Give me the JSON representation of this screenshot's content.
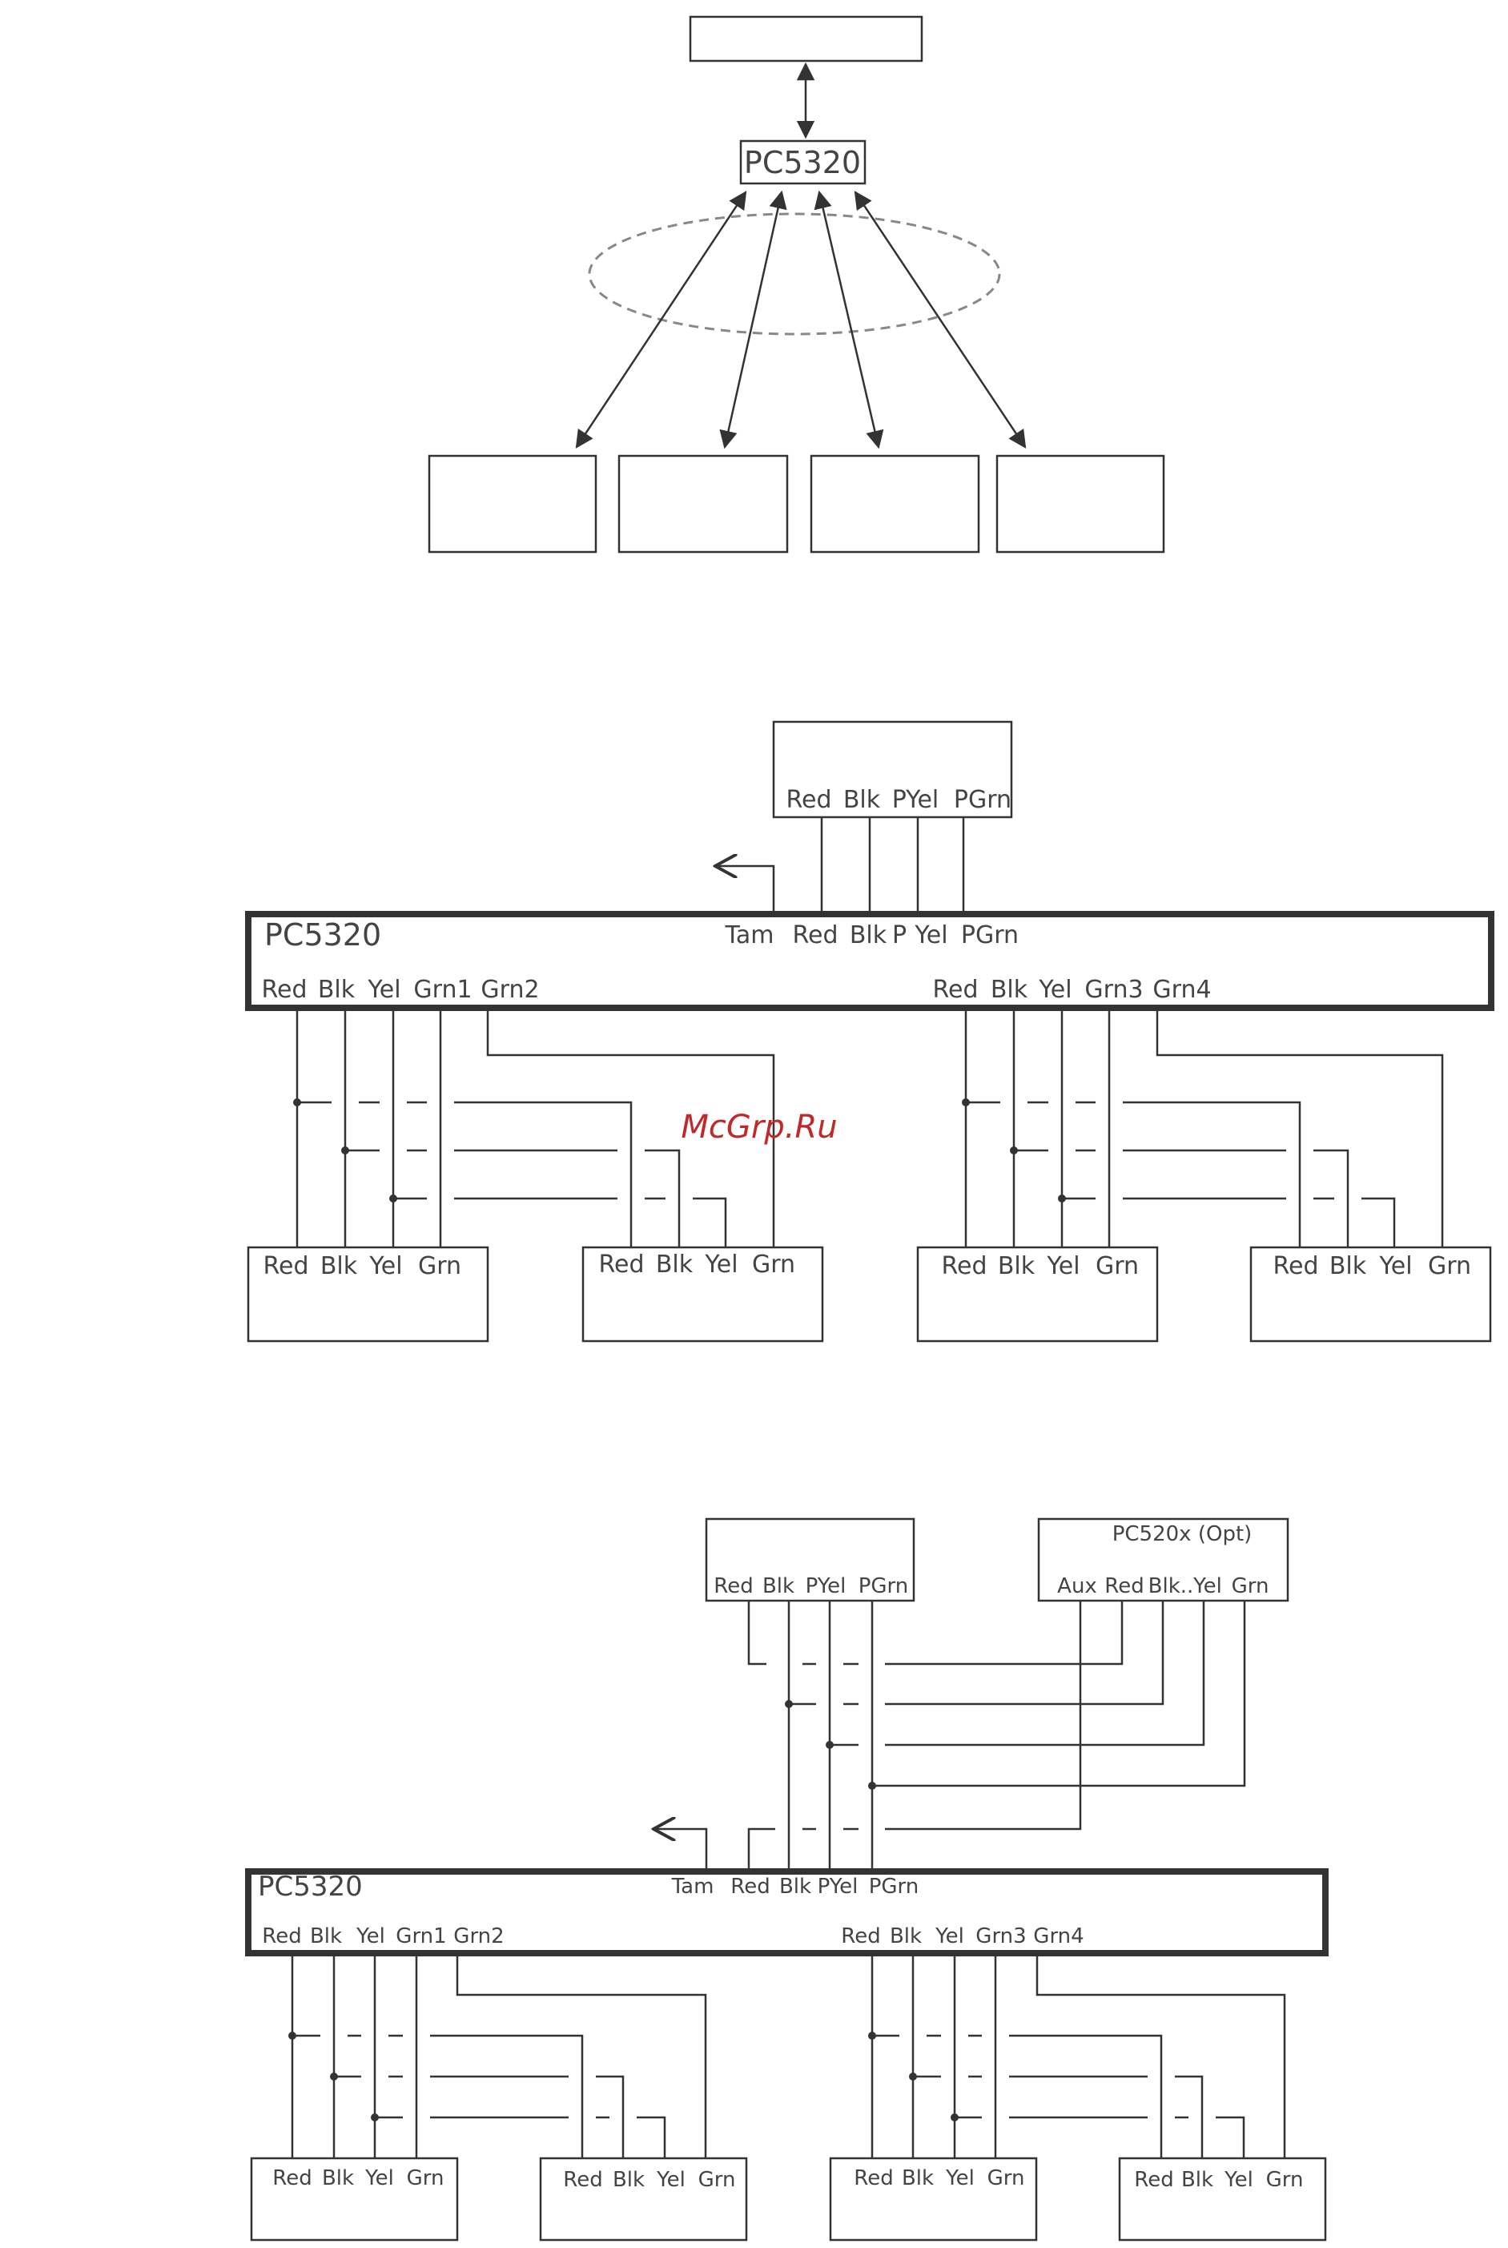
{
  "diagram1": {
    "panel_label": "PC5320"
  },
  "diagram2": {
    "panel_title": "PC5320",
    "keypad_terminals": [
      "Red",
      "Blk",
      "PYel",
      "PGrn"
    ],
    "panel_top_terminals": [
      "Tam",
      "Red",
      "Blk",
      "P",
      "Yel",
      "PGrn"
    ],
    "panel_bottom_left": [
      "Red",
      "Blk",
      "Yel",
      "Grn1",
      "Grn2"
    ],
    "panel_bottom_right": [
      "Red",
      "Blk",
      "Yel",
      "Grn3",
      "Grn4"
    ],
    "receiver_terminals": [
      "Red",
      "Blk",
      "Yel",
      "Grn"
    ]
  },
  "diagram3": {
    "panel_title": "PC5320",
    "keypad_terminals": [
      "Red",
      "Blk",
      "PYel",
      "PGrn"
    ],
    "option_title": "PC520x (Opt)",
    "option_terminals": [
      "Aux",
      "Red",
      "Blk..",
      "Yel",
      "Grn"
    ],
    "panel_top_terminals": [
      "Tam",
      "Red",
      "Blk",
      "PYel",
      "PGrn"
    ],
    "panel_bottom_left": [
      "Red",
      "Blk",
      "Yel",
      "Grn1",
      "Grn2"
    ],
    "panel_bottom_right": [
      "Red",
      "Blk",
      "Yel",
      "Grn3",
      "Grn4"
    ],
    "receiver_terminals": [
      "Red",
      "Blk",
      "Yel",
      "Grn"
    ]
  },
  "watermark": "McGrp.Ru"
}
